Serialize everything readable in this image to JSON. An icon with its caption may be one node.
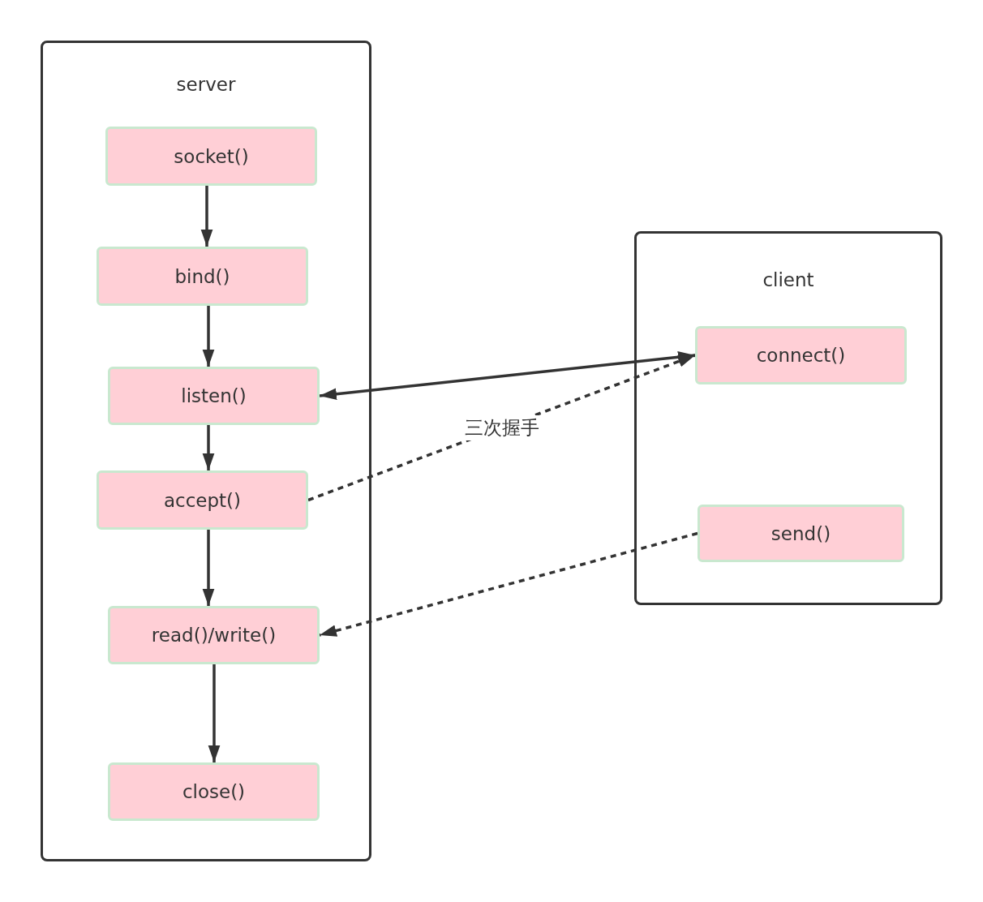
{
  "diagram": {
    "nodes": [
      {
        "text": [
          "server"
        ]
      },
      {
        "text": [
          "socket()"
        ],
        "in": 0
      },
      {
        "text": [
          "bind()"
        ],
        "in": 0
      },
      {
        "text": [
          "listen()"
        ],
        "in": 0
      },
      {
        "text": [
          "accept()"
        ],
        "in": 0
      },
      {
        "text": [
          "read()/write()"
        ],
        "in": 0
      },
      {
        "text": [
          "close()"
        ],
        "in": 0
      },
      {
        "text": [
          "client"
        ]
      },
      {
        "text": [
          "connect()"
        ],
        "in": 7
      },
      {
        "text": [
          "send()"
        ],
        "in": 7
      }
    ],
    "edges": [
      {
        "from": 1,
        "to": 2,
        "arrow": "to"
      },
      {
        "from": 2,
        "to": 3,
        "arrow": "to"
      },
      {
        "from": 3,
        "to": 4,
        "arrow": "to"
      },
      {
        "from": 4,
        "to": 5,
        "arrow": "to"
      },
      {
        "from": 5,
        "to": 6,
        "arrow": "to"
      },
      {
        "from": 8,
        "to": 3,
        "arrow": "both"
      },
      {
        "from": 4,
        "to": 8,
        "arrow": "to",
        "style": "dashed",
        "label": "三次握手"
      },
      {
        "from": 9,
        "to": 5,
        "arrow": "to",
        "style": "dashed"
      }
    ]
  }
}
